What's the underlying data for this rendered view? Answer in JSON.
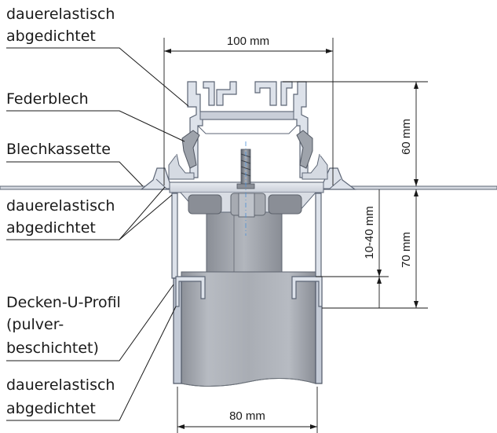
{
  "labels": {
    "dauerelastisch_1": [
      "dauerelastisch",
      "abgedichtet"
    ],
    "federblech": "Federblech",
    "blechkassette": "Blechkassette",
    "dauerelastisch_2": [
      "dauerelastisch",
      "abgedichtet"
    ],
    "decken_u_profil": [
      "Decken-U-Profil",
      "(pulver-",
      "beschichtet)"
    ],
    "dauerelastisch_3": [
      "dauerelastisch",
      "abgedichtet"
    ]
  },
  "dimensions": {
    "top_width": "100 mm",
    "height_upper": "60 mm",
    "height_lower": "70 mm",
    "adjust_range": "10-40 mm",
    "bottom_width": "80 mm"
  },
  "colors": {
    "frame": "#dde2ea",
    "frame_stroke": "#5d6676",
    "post": "#9a9ea6",
    "bolt": "#7d838d",
    "line": "#1a1a1a"
  }
}
